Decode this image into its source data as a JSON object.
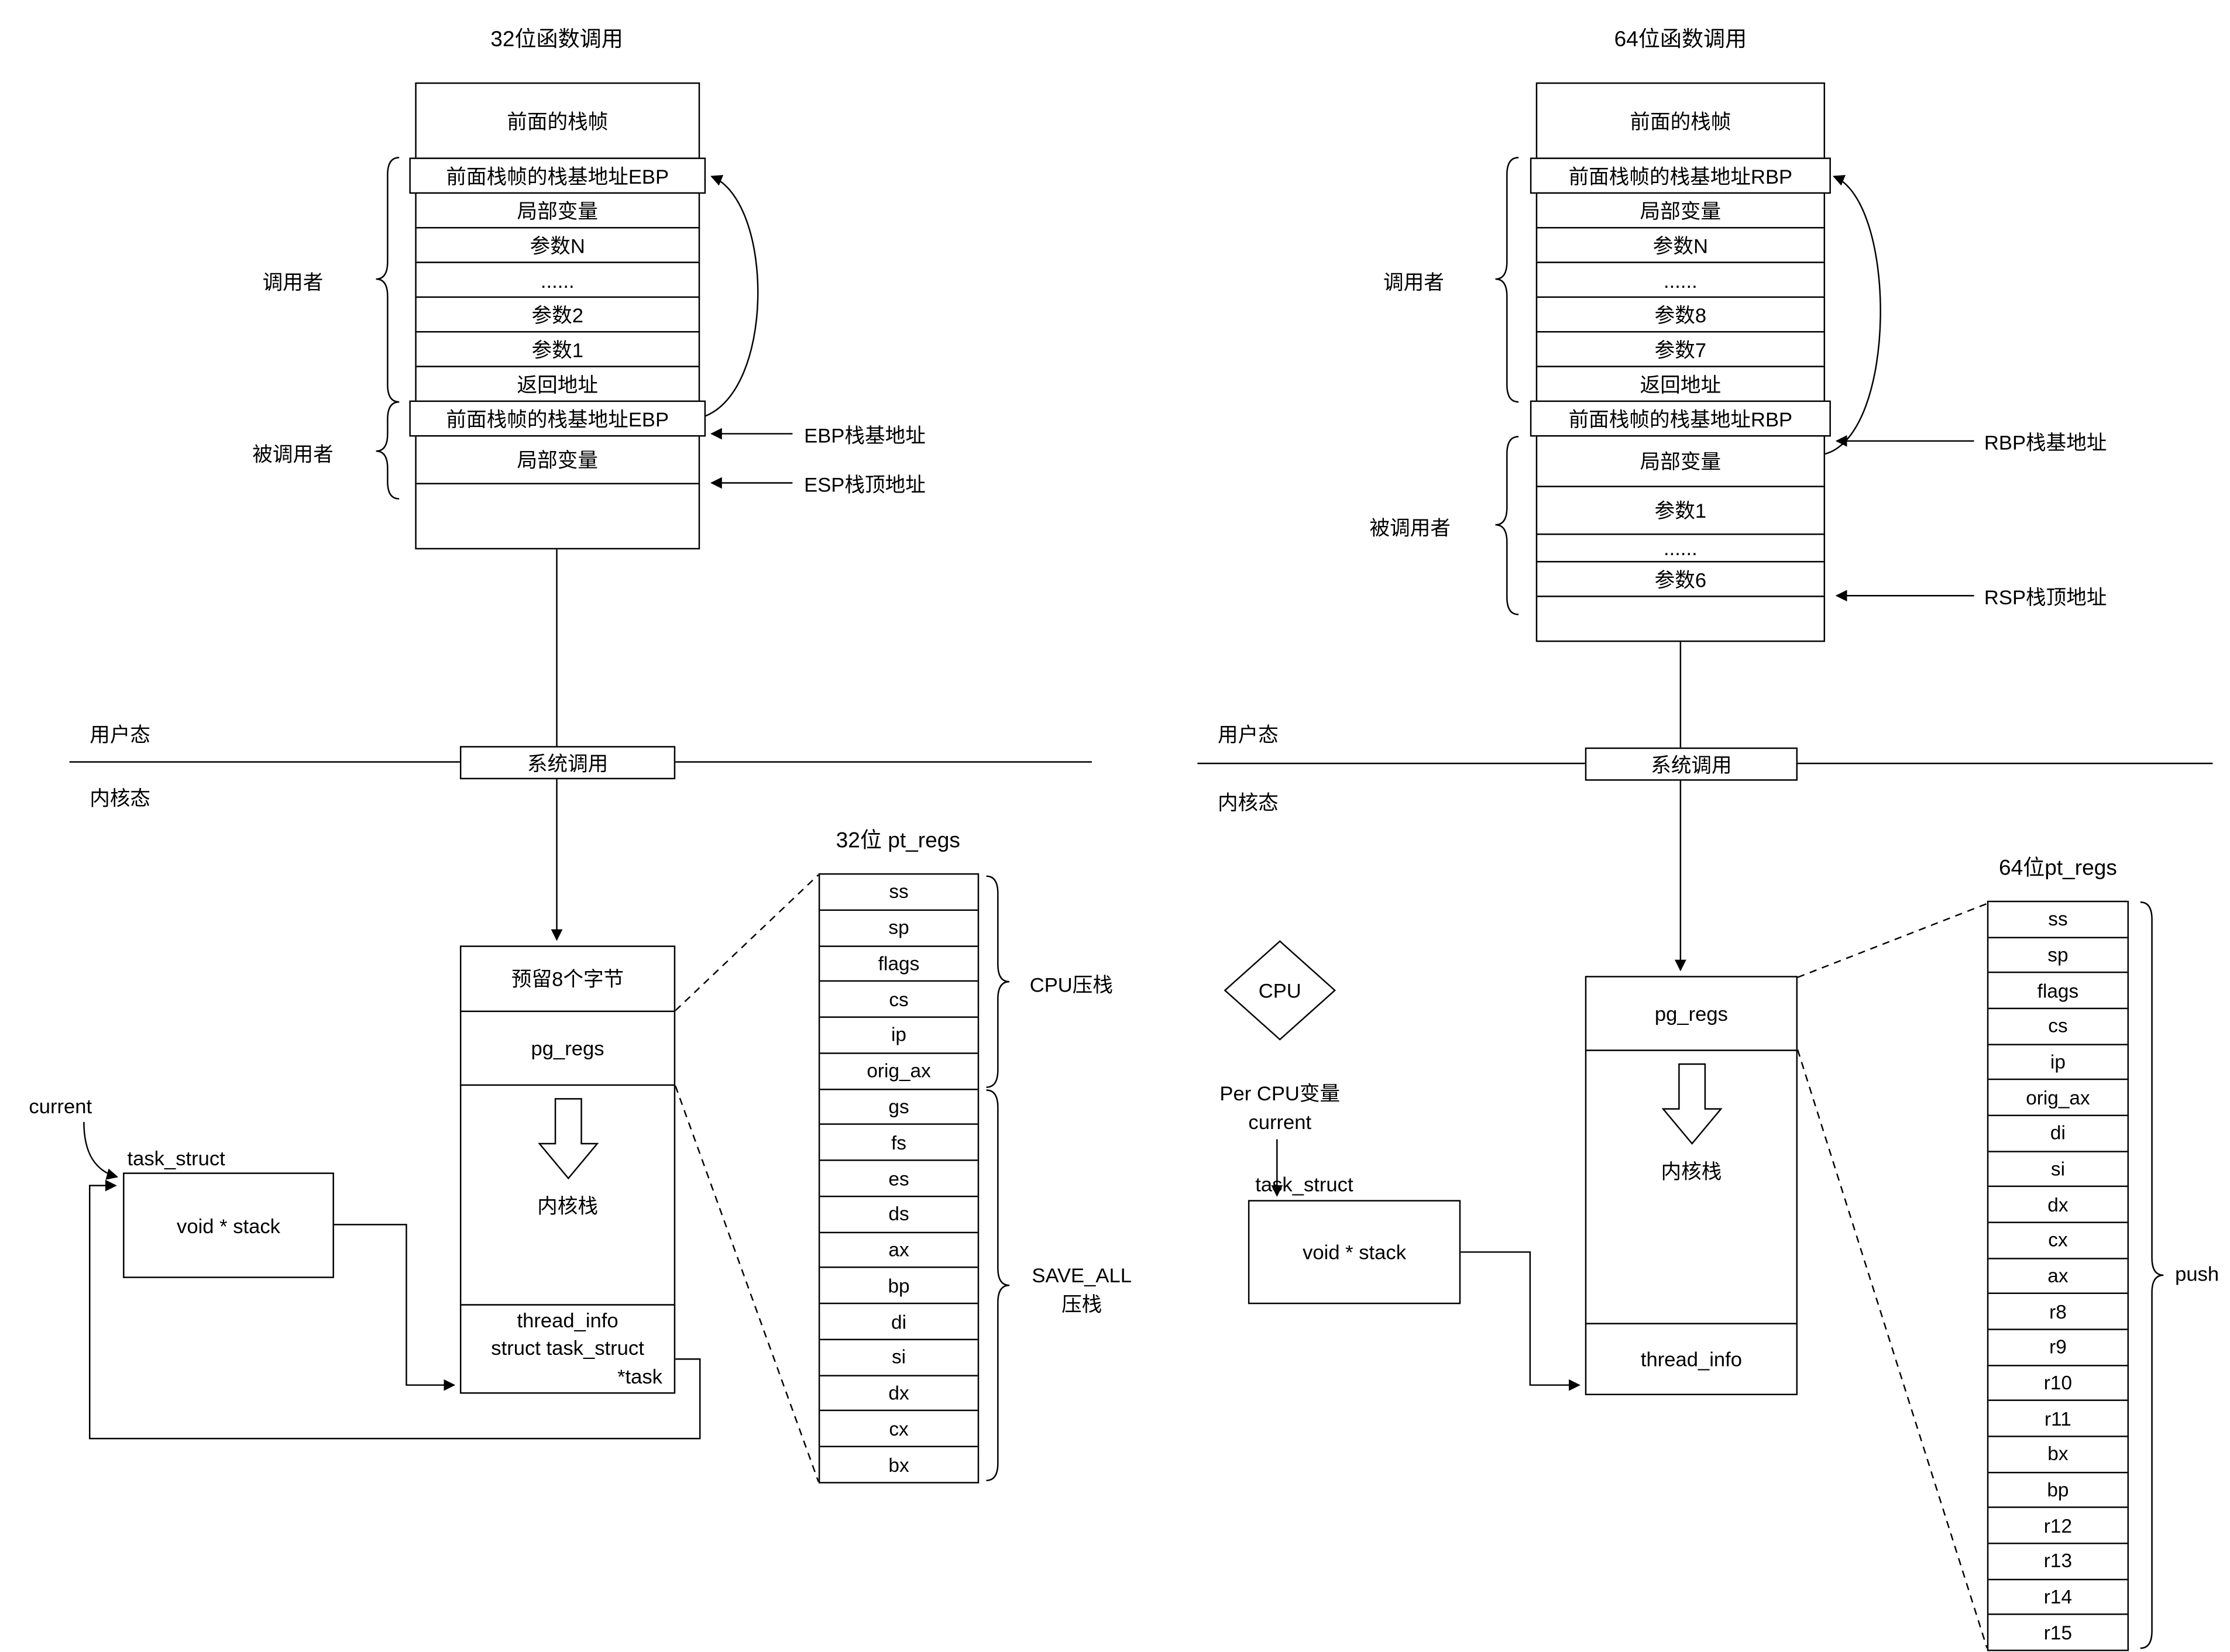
{
  "left": {
    "title": "32位函数调用",
    "stack_rows": [
      "前面的栈帧",
      "前面栈帧的栈基地址EBP",
      "局部变量",
      "参数N",
      "......",
      "参数2",
      "参数1",
      "返回地址",
      "前面栈帧的栈基地址EBP",
      "局部变量"
    ],
    "caller": "调用者",
    "callee": "被调用者",
    "base_ptr_label": "EBP栈基地址",
    "top_ptr_label": "ESP栈顶地址",
    "user_mode": "用户态",
    "kernel_mode": "内核态",
    "syscall": "系统调用",
    "reserved": "预留8个字节",
    "pg_regs": "pg_regs",
    "kernel_stack": "内核栈",
    "thread_info": "thread_info",
    "task_struct_struct": "struct task_struct",
    "task_ptr": "*task",
    "current": "current",
    "task_struct": "task_struct",
    "void_stack": "void * stack",
    "pt_regs_title": "32位 pt_regs",
    "pt_regs_rows": [
      "ss",
      "sp",
      "flags",
      "cs",
      "ip",
      "orig_ax",
      "gs",
      "fs",
      "es",
      "ds",
      "ax",
      "bp",
      "di",
      "si",
      "dx",
      "cx",
      "bx"
    ],
    "cpu_push": "CPU压栈",
    "save_all_line1": "SAVE_ALL",
    "save_all_line2": "压栈"
  },
  "right": {
    "title": "64位函数调用",
    "stack_rows": [
      "前面的栈帧",
      "前面栈帧的栈基地址RBP",
      "局部变量",
      "参数N",
      "......",
      "参数8",
      "参数7",
      "返回地址",
      "前面栈帧的栈基地址RBP",
      "局部变量",
      "参数1",
      "......",
      "参数6"
    ],
    "caller": "调用者",
    "callee": "被调用者",
    "base_ptr_label": "RBP栈基地址",
    "top_ptr_label": "RSP栈顶地址",
    "user_mode": "用户态",
    "kernel_mode": "内核态",
    "syscall": "系统调用",
    "pg_regs": "pg_regs",
    "kernel_stack": "内核栈",
    "thread_info": "thread_info",
    "cpu": "CPU",
    "per_cpu_line1": "Per CPU变量",
    "per_cpu_line2": "current",
    "task_struct": "task_struct",
    "void_stack": "void * stack",
    "pt_regs_title": "64位pt_regs",
    "pt_regs_rows": [
      "ss",
      "sp",
      "flags",
      "cs",
      "ip",
      "orig_ax",
      "di",
      "si",
      "dx",
      "cx",
      "ax",
      "r8",
      "r9",
      "r10",
      "r11",
      "bx",
      "bp",
      "r12",
      "r13",
      "r14",
      "r15"
    ],
    "push": "push"
  }
}
